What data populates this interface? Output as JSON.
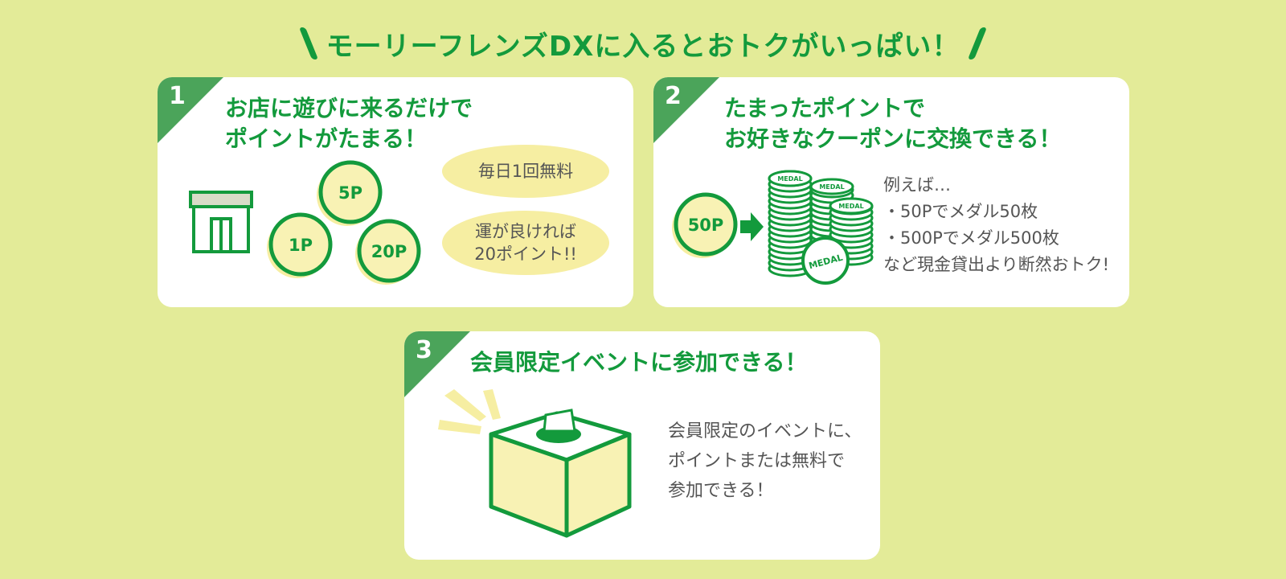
{
  "headline": "モーリーフレンズDXに入るとおトクがいっぱい！",
  "colors": {
    "background": "#e3eb98",
    "green": "#139a3c",
    "corner": "#4ba45a",
    "cream": "#f6eea2",
    "card": "#ffffff"
  },
  "cards": [
    {
      "number": "1",
      "title_line1": "お店に遊びに来るだけで",
      "title_line2": "ポイントがたまる！",
      "coins": [
        "1P",
        "5P",
        "20P"
      ],
      "badge_daily": "毎日1回無料",
      "badge_luck_line1": "運が良ければ",
      "badge_luck_line2": "20ポイント!!"
    },
    {
      "number": "2",
      "title_line1": "たまったポイントで",
      "title_line2": "お好きなクーポンに交換できる！",
      "coin": "50P",
      "medal_label": "MEDAL",
      "desc": [
        "例えば…",
        "・50Pでメダル50枚",
        "・500Pでメダル500枚",
        "など現金貸出より断然おトク!"
      ]
    },
    {
      "number": "3",
      "title": "会員限定イベントに参加できる！",
      "desc": [
        "会員限定のイベントに、",
        "ポイントまたは無料で",
        "参加できる！"
      ]
    }
  ]
}
